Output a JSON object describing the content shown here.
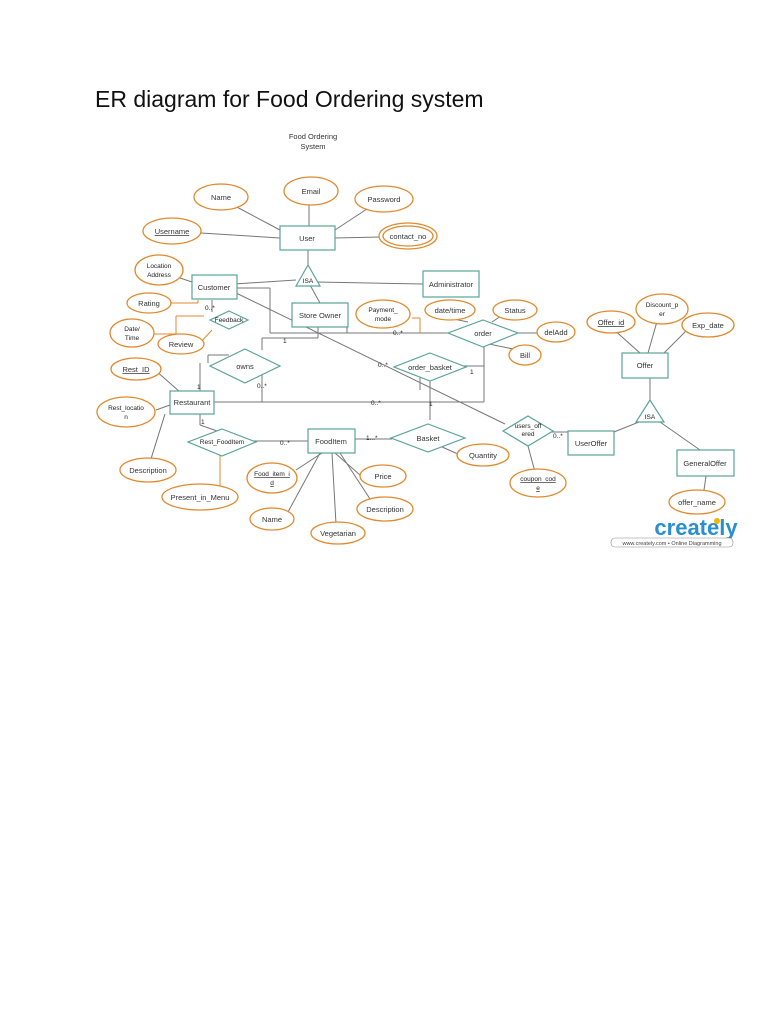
{
  "page_title": "ER diagram for Food Ordering system",
  "diagram_title": [
    "Food Ordering",
    "System"
  ],
  "entities": {
    "user": "User",
    "customer": "Customer",
    "administrator": "Administrator",
    "store_owner": "Store Owner",
    "restaurant": "Restaurant",
    "fooditem": "FoodItem",
    "offer": "Offer",
    "useroffer": "UserOffer",
    "generaloffer": "GeneralOffer"
  },
  "relationships": {
    "isa_user": "ISA",
    "feedback": "Feedback",
    "owns": "owns",
    "order": "order",
    "order_basket": "order_basket",
    "rest_fooditem": "Rest_FoodItem",
    "basket": "Basket",
    "users_offered": [
      "users_off",
      "ered"
    ],
    "isa_offer": "ISA"
  },
  "attributes": {
    "name": "Name",
    "email": "Email",
    "password": "Password",
    "username": "Username",
    "contact_no": "contact_no",
    "location_address": [
      "Location",
      "Address"
    ],
    "rating": "Rating",
    "date_time_fb": [
      "Date/",
      "Time"
    ],
    "review": "Review",
    "payment_mode": [
      "Payment_",
      "mode"
    ],
    "date_time": "date/time",
    "status": "Status",
    "deladd": "delAdd",
    "bill": "Bill",
    "rest_id": "Rest_ID",
    "rest_location": [
      "Rest_locatio",
      "n"
    ],
    "description_rest": "Description",
    "present_in_menu": "Present_in_Menu",
    "food_item_id": [
      "Food_item_i",
      "d"
    ],
    "price": "Price",
    "food_name": "Name",
    "food_description": "Description",
    "vegetarian": "Vegetarian",
    "quantity": "Quantity",
    "coupon_code": [
      "coupon_cod",
      "e"
    ],
    "offer_id": "Offer_id",
    "discount_per": [
      "Discount_p",
      "er"
    ],
    "exp_date": "Exp_date",
    "offer_name": "offer_name"
  },
  "cardinalities": {
    "feedback_customer": "0..*",
    "storeowner_order": "1",
    "customer_order": "0..*",
    "owns_storeowner": "0..*",
    "owns_restaurant": "1",
    "restaurant_order": "0..*",
    "order_basket_left": "0..*",
    "order_basket_right": "1",
    "basket_bottom": "1",
    "rest_fooditem_left": "1",
    "rest_fooditem_right": "0..*",
    "basket_left": "1...*",
    "users_offered_right": "0..*"
  },
  "watermark": {
    "brand": "creately",
    "tagline": "www.creately.com • Online Diagramming"
  },
  "colors": {
    "attribute_stroke": "#e08a2e",
    "entity_stroke": "#5aa39a",
    "brand_blue": "#2a8fcf",
    "brand_yellow": "#f2b705"
  }
}
